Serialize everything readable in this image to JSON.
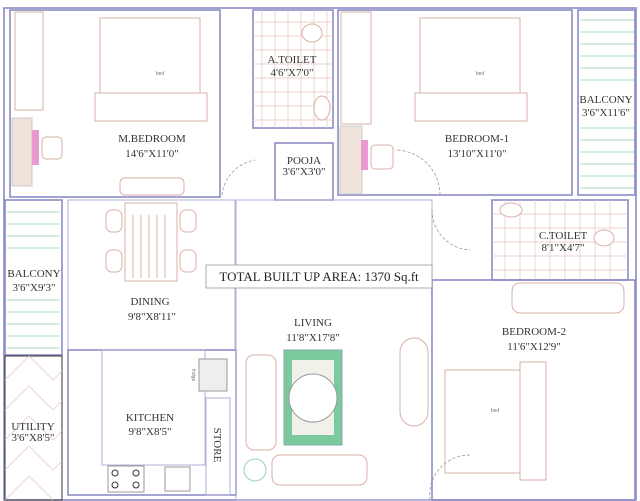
{
  "title": "TOTAL BUILT UP AREA: 1370 Sq.ft",
  "rooms": {
    "m_bedroom": {
      "name": "M.BEDROOM",
      "size": "14'6\"X11'0\""
    },
    "a_toilet": {
      "name": "A.TOILET",
      "size": "4'6\"X7'0\""
    },
    "pooja": {
      "name": "POOJA",
      "size": "3'6\"X3'0\""
    },
    "bedroom_1": {
      "name": "BEDROOM-1",
      "size": "13'10\"X11'0\""
    },
    "balcony_right": {
      "name": "BALCONY",
      "size": "3'6\"X11'6\""
    },
    "c_toilet": {
      "name": "C.TOILET",
      "size": "8'1\"X4'7\""
    },
    "balcony_left": {
      "name": "BALCONY",
      "size": "3'6\"X9'3\""
    },
    "dining": {
      "name": "DINING",
      "size": "9'8\"X8'11\""
    },
    "living": {
      "name": "LIVING",
      "size": "11'8\"X17'8\""
    },
    "bedroom_2": {
      "name": "BEDROOM-2",
      "size": "11'6\"X12'9\""
    },
    "utility": {
      "name": "UTILITY",
      "size": "3'6\"X8'5\""
    },
    "kitchen": {
      "name": "KITCHEN",
      "size": "9'8\"X8'5\""
    },
    "store": {
      "name": "STORE"
    }
  },
  "furniture_labels": {
    "bed": "bed",
    "fridge": "fridge"
  },
  "colors": {
    "wall": "#8c8cc8",
    "furniture": "#d9b0a6",
    "balcony": "#8fc7b8",
    "rug": "#7cc9a0",
    "desk": "#e89ad0"
  }
}
